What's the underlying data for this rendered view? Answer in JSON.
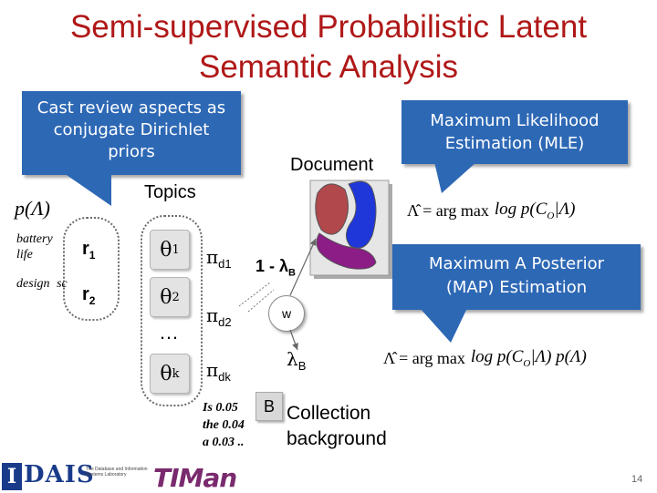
{
  "slide": {
    "title_line1": "Semi-supervised Probabilistic Latent",
    "title_line2": "Semantic Analysis",
    "page_number": "14"
  },
  "callouts": {
    "dirichlet": [
      "Cast review aspects as",
      "conjugate Dirichlet",
      "priors"
    ],
    "mle": [
      "Maximum Likelihood",
      "Estimation (MLE)"
    ],
    "map": [
      "Maximum A Posterior",
      "(MAP) Estimation"
    ]
  },
  "labels": {
    "prior": "p(Λ)",
    "topics": "Topics",
    "document": "Document",
    "aspects": [
      "battery",
      "life",
      "design",
      "sc"
    ],
    "r": [
      "r",
      "1",
      "r",
      "2"
    ],
    "theta": [
      "θ",
      "1",
      "θ",
      "2",
      "θ",
      "k"
    ],
    "ellipsis": "…",
    "pi": [
      "π",
      "d1",
      "π",
      "d2",
      "π",
      "dk"
    ],
    "one_minus_lambda": [
      "1 - λ",
      "B"
    ],
    "w": "w",
    "lambda_b": [
      "λ",
      "B"
    ],
    "b": "B",
    "collection": [
      "Collection",
      "background"
    ],
    "words": [
      "Is 0.05",
      "the  0.04",
      "a 0.03 .."
    ]
  },
  "formulas": {
    "mle": [
      "Λ̂ = arg max",
      "log p(C",
      "O",
      "|Λ)"
    ],
    "map": [
      "Λ̂ = arg max",
      "log p(C",
      "O",
      "|Λ) p(Λ)"
    ]
  },
  "logos": {
    "dais": "DAIS",
    "dais_sub": "The Database and Information Systems Laboratory",
    "timan": "TIMan"
  },
  "colors": {
    "title": "#b01818",
    "callout": "#2d68b5",
    "doc_red": "#b0484c",
    "doc_blue": "#1f36d8",
    "doc_purple": "#8c1c86"
  }
}
